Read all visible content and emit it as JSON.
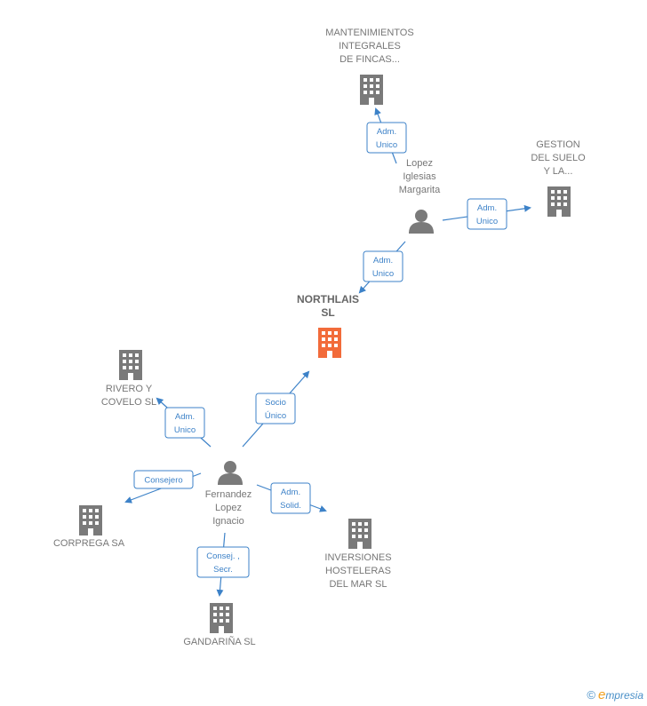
{
  "nodes": [
    {
      "id": "mantenimientos",
      "type": "company",
      "label": [
        "MANTENIMIENTOS",
        "INTEGRALES",
        "DE FINCAS..."
      ]
    },
    {
      "id": "gestion",
      "type": "company",
      "label": [
        "GESTION",
        "DEL SUELO",
        "Y LA..."
      ]
    },
    {
      "id": "lopez",
      "type": "person",
      "label": [
        "Lopez",
        "Iglesias",
        "Margarita"
      ]
    },
    {
      "id": "northlais",
      "type": "company-main",
      "label": [
        "NORTHLAIS",
        "SL"
      ]
    },
    {
      "id": "rivero",
      "type": "company",
      "label": [
        "RIVERO Y",
        "COVELO  SL"
      ]
    },
    {
      "id": "fernandez",
      "type": "person",
      "label": [
        "Fernandez",
        "Lopez",
        "Ignacio"
      ]
    },
    {
      "id": "corprega",
      "type": "company",
      "label": [
        "CORPREGA SA"
      ]
    },
    {
      "id": "inversiones",
      "type": "company",
      "label": [
        "INVERSIONES",
        "HOSTELERAS",
        "DEL MAR  SL"
      ]
    },
    {
      "id": "gandarina",
      "type": "company",
      "label": [
        "GANDARIÑA SL"
      ]
    }
  ],
  "edges": [
    {
      "from": "lopez",
      "to": "mantenimientos",
      "label": [
        "Adm.",
        "Unico"
      ]
    },
    {
      "from": "lopez",
      "to": "gestion",
      "label": [
        "Adm.",
        "Unico"
      ]
    },
    {
      "from": "lopez",
      "to": "northlais",
      "label": [
        "Adm.",
        "Unico"
      ]
    },
    {
      "from": "fernandez",
      "to": "northlais",
      "label": [
        "Socio",
        "Único"
      ]
    },
    {
      "from": "fernandez",
      "to": "rivero",
      "label": [
        "Adm.",
        "Unico"
      ]
    },
    {
      "from": "fernandez",
      "to": "corprega",
      "label": [
        "Consejero"
      ]
    },
    {
      "from": "fernandez",
      "to": "inversiones",
      "label": [
        "Adm.",
        "Solid."
      ]
    },
    {
      "from": "fernandez",
      "to": "gandarina",
      "label": [
        "Consej. ,",
        "Secr."
      ]
    }
  ],
  "colors": {
    "main_company": "#f26b3a",
    "company": "#7a7a7a",
    "person": "#7a7a7a",
    "edge": "#3d82c8"
  },
  "footer": {
    "copyright": "©",
    "brand_first": "e",
    "brand_rest": "mpresia"
  }
}
